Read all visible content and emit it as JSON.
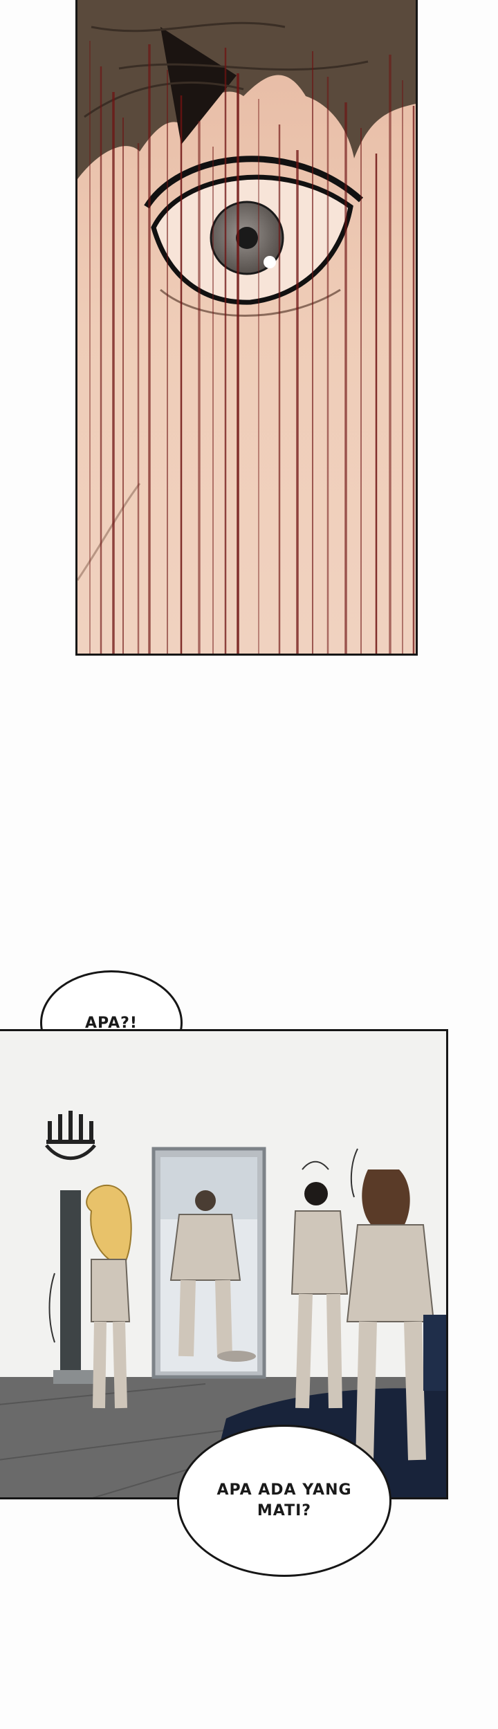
{
  "panels": {
    "eye": {
      "description_name": "eye-closeup"
    },
    "room": {
      "description_name": "mirror-room"
    }
  },
  "bubbles": {
    "first": {
      "text": "APA?!"
    },
    "second": {
      "text": "APA ADA YANG MATI?"
    }
  },
  "colors": {
    "skin": "#e8c2ac",
    "hair": "#5a4a3c",
    "streak": "#6e1212",
    "ink": "#161616",
    "suit": "#cfc6ba",
    "floor": "#6a6a6a",
    "carpet": "#18233a"
  }
}
